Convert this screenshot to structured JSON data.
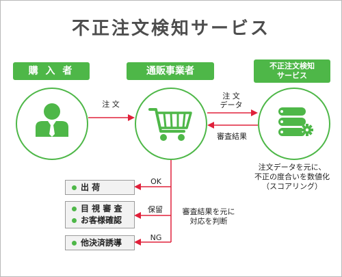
{
  "title": "不正注文検知サービス",
  "actors": {
    "buyer": "購 入 者",
    "merchant": "通販事業者",
    "service_line1": "不正注文検知",
    "service_line2": "サービス"
  },
  "arrows": {
    "order": "注 文",
    "order_data_line1": "注 文",
    "order_data_line2": "データ",
    "screening_result": "審査結果"
  },
  "service_note": {
    "line1": "注文データを元に、",
    "line2": "不正の度合いを数値化",
    "line3": "（スコアリング）"
  },
  "decision_note": {
    "line1": "審査結果を元に",
    "line2": "対応を判断"
  },
  "branches": {
    "ok_label": "OK",
    "hold_label": "保留",
    "ng_label": "NG"
  },
  "results": {
    "ship": "出 荷",
    "visual_review": "目 視 審 査",
    "customer_check": "お客様確認",
    "other_payment": "他決済誘導"
  },
  "colors": {
    "accent": "#4eb748",
    "arrow": "#e0203a",
    "title": "#4d4d4d"
  }
}
